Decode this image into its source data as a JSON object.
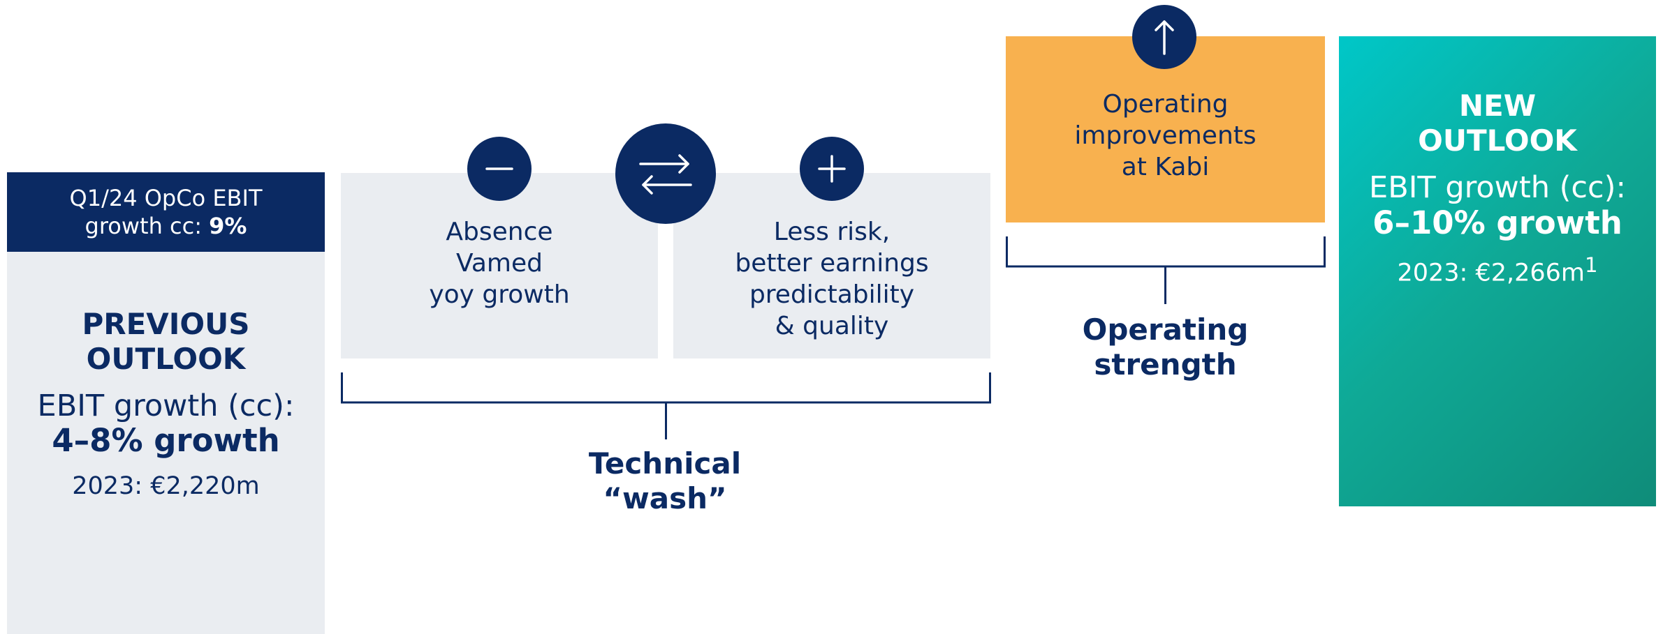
{
  "previous": {
    "top_line_1": "Q1/24 OpCo EBIT",
    "top_line_2_prefix": "growth cc: ",
    "top_line_2_value": "9%",
    "heading_line_1": "PREVIOUS",
    "heading_line_2": "OUTLOOK",
    "ebit": "EBIT growth (cc):",
    "growth": "4–8% growth",
    "year": "2023: €2,220m"
  },
  "absence": {
    "line_1": "Absence",
    "line_2": "Vamed",
    "line_3": "yoy growth"
  },
  "risk": {
    "line_1": "Less risk,",
    "line_2": "better earnings",
    "line_3": "predictability",
    "line_4": "& quality"
  },
  "operating": {
    "line_1": "Operating",
    "line_2": "improvements",
    "line_3": "at Kabi"
  },
  "new": {
    "heading_line_1": "NEW",
    "heading_line_2": "OUTLOOK",
    "ebit": "EBIT growth (cc):",
    "growth": "6–10% growth",
    "year_prefix": "2023: €2,266m",
    "footnote": "1"
  },
  "labels": {
    "technical_line_1": "Technical",
    "technical_line_2": "“wash”",
    "strength_line_1": "Operating",
    "strength_line_2": "strength"
  },
  "icons": {
    "minus": "minus-icon",
    "swap": "swap-arrows-icon",
    "plus": "plus-icon",
    "up": "arrow-up-icon"
  },
  "colors": {
    "navy": "#0b2a63",
    "light_panel": "#eaedf1",
    "orange": "#f8b14f",
    "teal_start": "#00c7c8",
    "teal_end": "#0f8c79"
  }
}
